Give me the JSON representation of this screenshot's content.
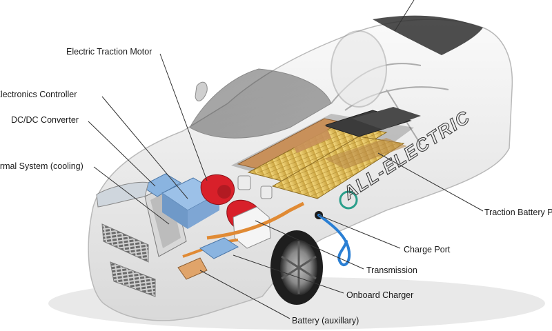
{
  "diagram": {
    "labels": {
      "motor": "Electric Traction Motor",
      "power_electronics": "er Electronics Controller",
      "dcdc": "DC/DC Converter",
      "thermal": "hermal System (cooling)",
      "traction_battery": "Traction Battery P",
      "charge_port": "Charge Port",
      "transmission": "Transmission",
      "onboard_charger": "Onboard Charger",
      "aux_battery": "Battery (auxillary)"
    },
    "door_text": "ALL-ELECTRIC",
    "colors": {
      "body": "#f2f2f2",
      "outline": "#b9b9b9",
      "glass": "#3a3a3a",
      "battery_cell": "#e3c15a",
      "battery_dark": "#3b3b3b",
      "module_copper": "#c8905a",
      "motor_red": "#d8202a",
      "controller_blue": "#8ab4e0",
      "cable_blue": "#2a7fd4",
      "leader": "#333333"
    }
  }
}
